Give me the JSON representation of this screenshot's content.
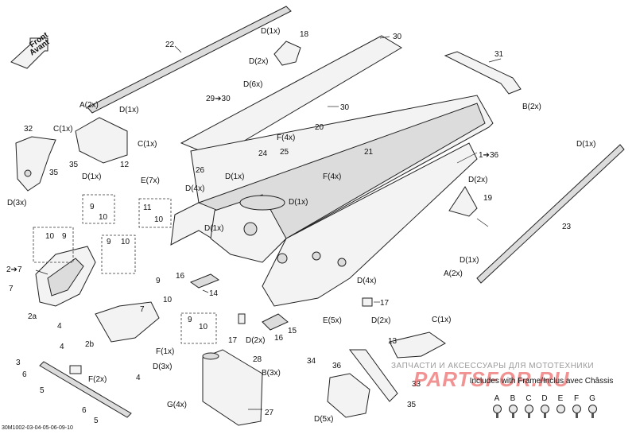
{
  "direction_arrow": {
    "line1": "Front",
    "line2": "Avant"
  },
  "labels": [
    {
      "id": "l22",
      "text": "22"
    },
    {
      "id": "ld1a",
      "text": "D(1x)"
    },
    {
      "id": "l18",
      "text": "18"
    },
    {
      "id": "ld2a",
      "text": "D(2x)"
    },
    {
      "id": "l30a",
      "text": "30"
    },
    {
      "id": "l31",
      "text": "31"
    },
    {
      "id": "ld6",
      "text": "D(6x)"
    },
    {
      "id": "l2930",
      "text": "29➔30"
    },
    {
      "id": "l30b",
      "text": "30"
    },
    {
      "id": "lb2",
      "text": "B(2x)"
    },
    {
      "id": "la2a",
      "text": "A(2x)"
    },
    {
      "id": "ld1b",
      "text": "D(1x)"
    },
    {
      "id": "l32",
      "text": "32"
    },
    {
      "id": "lc1a",
      "text": "C(1x)"
    },
    {
      "id": "lc1b",
      "text": "C(1x)"
    },
    {
      "id": "l35a",
      "text": "35"
    },
    {
      "id": "l12",
      "text": "12"
    },
    {
      "id": "ld1c",
      "text": "D(1x)"
    },
    {
      "id": "l35b",
      "text": "35"
    },
    {
      "id": "ld3a",
      "text": "D(3x)"
    },
    {
      "id": "lf4a",
      "text": "F(4x)"
    },
    {
      "id": "l20",
      "text": "20"
    },
    {
      "id": "l24",
      "text": "24"
    },
    {
      "id": "l25",
      "text": "25"
    },
    {
      "id": "l26",
      "text": "26"
    },
    {
      "id": "l21",
      "text": "21"
    },
    {
      "id": "lf4b",
      "text": "F(4x)"
    },
    {
      "id": "l136",
      "text": "1➔36"
    },
    {
      "id": "ld1d",
      "text": "D(1x)"
    },
    {
      "id": "le7",
      "text": "E(7x)"
    },
    {
      "id": "ld4a",
      "text": "D(4x)"
    },
    {
      "id": "ld1e",
      "text": "D(1x)"
    },
    {
      "id": "ld2b",
      "text": "D(2x)"
    },
    {
      "id": "l19",
      "text": "19"
    },
    {
      "id": "ld1f",
      "text": "D(1x)"
    },
    {
      "id": "l23",
      "text": "23"
    },
    {
      "id": "l9a",
      "text": "9"
    },
    {
      "id": "l10a",
      "text": "10"
    },
    {
      "id": "l11",
      "text": "11"
    },
    {
      "id": "l10b",
      "text": "10"
    },
    {
      "id": "ld1g",
      "text": "D(1x)"
    },
    {
      "id": "l10c",
      "text": "10"
    },
    {
      "id": "l9b",
      "text": "9"
    },
    {
      "id": "l9c",
      "text": "9"
    },
    {
      "id": "l10d",
      "text": "10"
    },
    {
      "id": "ld1h",
      "text": "D(1x)"
    },
    {
      "id": "la2b",
      "text": "A(2x)"
    },
    {
      "id": "l27a",
      "text": "2➔7"
    },
    {
      "id": "l7a",
      "text": "7"
    },
    {
      "id": "l2a",
      "text": "2a"
    },
    {
      "id": "l9d",
      "text": "9"
    },
    {
      "id": "l16a",
      "text": "16"
    },
    {
      "id": "l10e",
      "text": "10"
    },
    {
      "id": "l14",
      "text": "14"
    },
    {
      "id": "l7b",
      "text": "7"
    },
    {
      "id": "ld4b",
      "text": "D(4x)"
    },
    {
      "id": "l17a",
      "text": "17"
    },
    {
      "id": "le5",
      "text": "E(5x)"
    },
    {
      "id": "ld2c",
      "text": "D(2x)"
    },
    {
      "id": "l9e",
      "text": "9"
    },
    {
      "id": "l10f",
      "text": "10"
    },
    {
      "id": "l4a",
      "text": "4"
    },
    {
      "id": "l2b",
      "text": "2b"
    },
    {
      "id": "l4b",
      "text": "4"
    },
    {
      "id": "lf1",
      "text": "F(1x)"
    },
    {
      "id": "ld3b",
      "text": "D(3x)"
    },
    {
      "id": "l17b",
      "text": "17"
    },
    {
      "id": "ld2d",
      "text": "D(2x)"
    },
    {
      "id": "l16b",
      "text": "16"
    },
    {
      "id": "l15",
      "text": "15"
    },
    {
      "id": "lc1c",
      "text": "C(1x)"
    },
    {
      "id": "l13",
      "text": "13"
    },
    {
      "id": "l3",
      "text": "3"
    },
    {
      "id": "l6a",
      "text": "6"
    },
    {
      "id": "l5a",
      "text": "5"
    },
    {
      "id": "lf2",
      "text": "F(2x)"
    },
    {
      "id": "l4c",
      "text": "4"
    },
    {
      "id": "l34",
      "text": "34"
    },
    {
      "id": "l36",
      "text": "36"
    },
    {
      "id": "l28",
      "text": "28"
    },
    {
      "id": "lb3",
      "text": "B(3x)"
    },
    {
      "id": "l33",
      "text": "33"
    },
    {
      "id": "lg4",
      "text": "G(4x)"
    },
    {
      "id": "l27b",
      "text": "27"
    },
    {
      "id": "l6b",
      "text": "6"
    },
    {
      "id": "l5b",
      "text": "5"
    },
    {
      "id": "ld5",
      "text": "D(5x)"
    },
    {
      "id": "l35c",
      "text": "35"
    }
  ],
  "watermark": "ЗАПЧАСТИ И АКСЕССУАРЫ ДЛЯ МОТОТЕХНИКИ",
  "brand": "PARTSFOR.RU",
  "kit": {
    "title": "Includes with Frame/Inclus avec Châssis",
    "letters": [
      "A",
      "B",
      "C",
      "D",
      "E",
      "F",
      "G"
    ]
  },
  "footer_code": "30M1002-03-04-05-06-09-10"
}
